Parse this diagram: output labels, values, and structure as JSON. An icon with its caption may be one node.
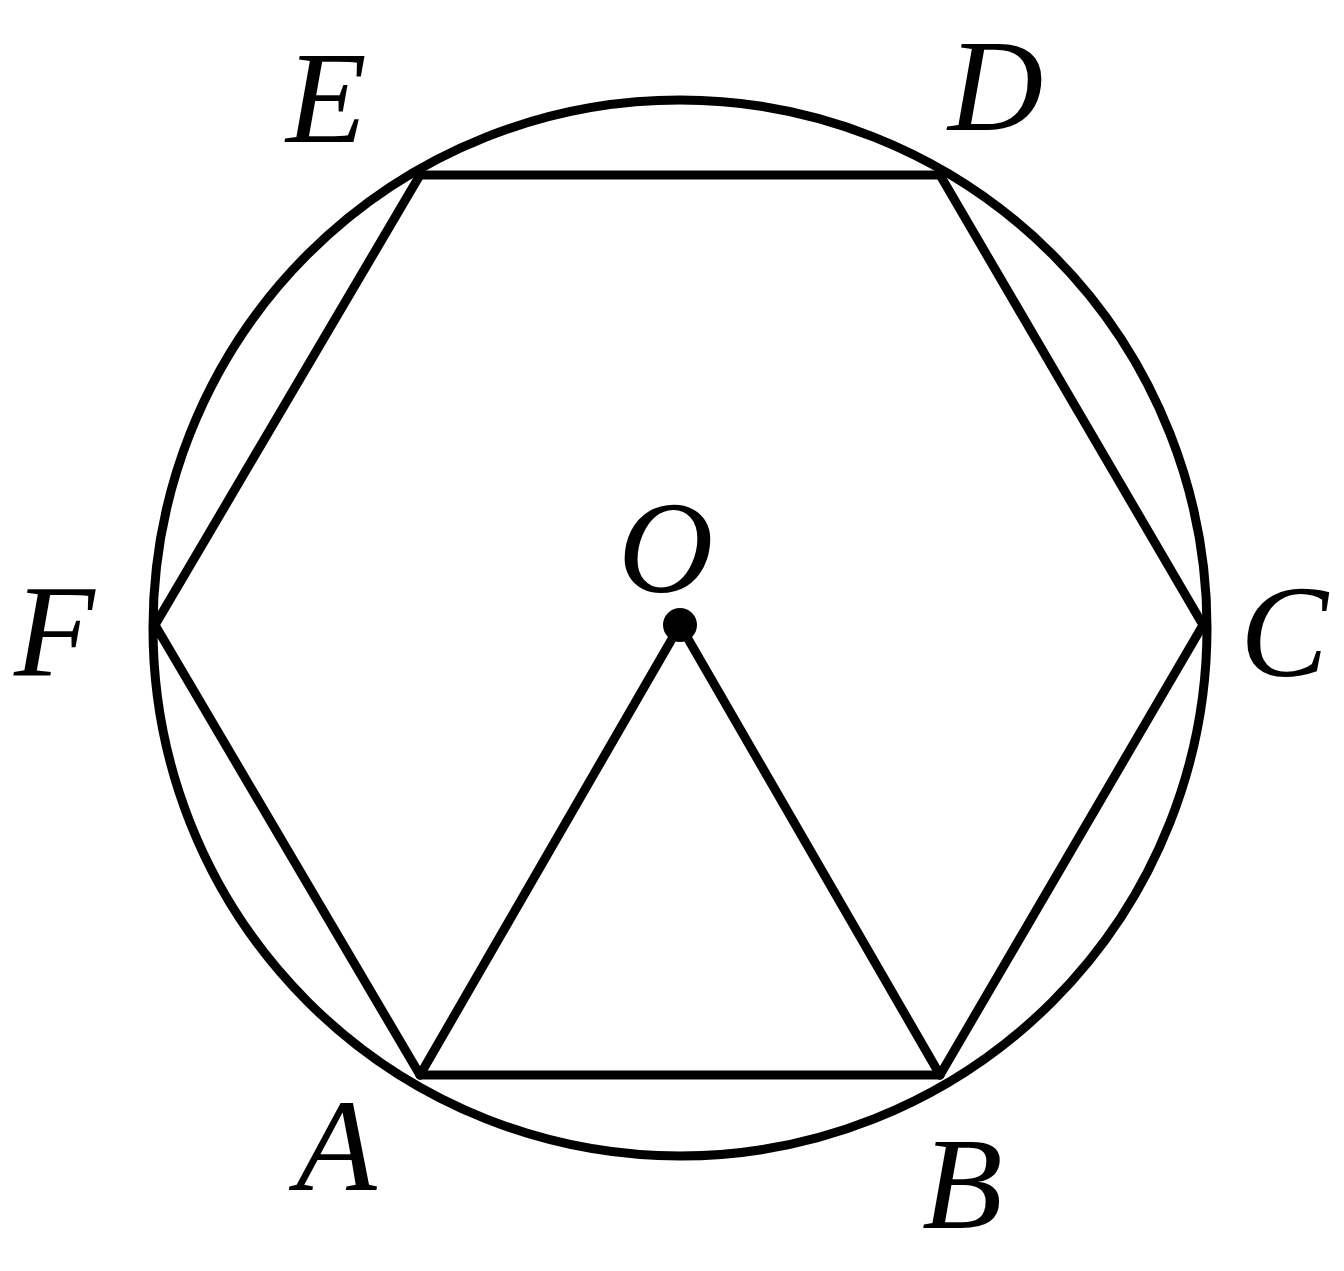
{
  "diagram": {
    "nodes": [
      {
        "text": [
          "E"
        ]
      },
      {
        "text": [
          "D"
        ]
      },
      {
        "text": [
          "O"
        ]
      },
      {
        "text": [
          "F"
        ]
      },
      {
        "text": [
          "C"
        ]
      },
      {
        "text": [
          "A"
        ]
      },
      {
        "text": [
          "B"
        ]
      }
    ],
    "edges": [
      {
        "from": 5,
        "to": 6,
        "arrow": "none"
      },
      {
        "from": 6,
        "to": 4,
        "arrow": "none"
      },
      {
        "from": 4,
        "to": 1,
        "arrow": "none"
      },
      {
        "from": 1,
        "to": 0,
        "arrow": "none"
      },
      {
        "from": 0,
        "to": 3,
        "arrow": "none"
      },
      {
        "from": 3,
        "to": 5,
        "arrow": "none"
      },
      {
        "from": 2,
        "to": 5,
        "arrow": "none"
      },
      {
        "from": 2,
        "to": 6,
        "arrow": "none"
      }
    ]
  }
}
